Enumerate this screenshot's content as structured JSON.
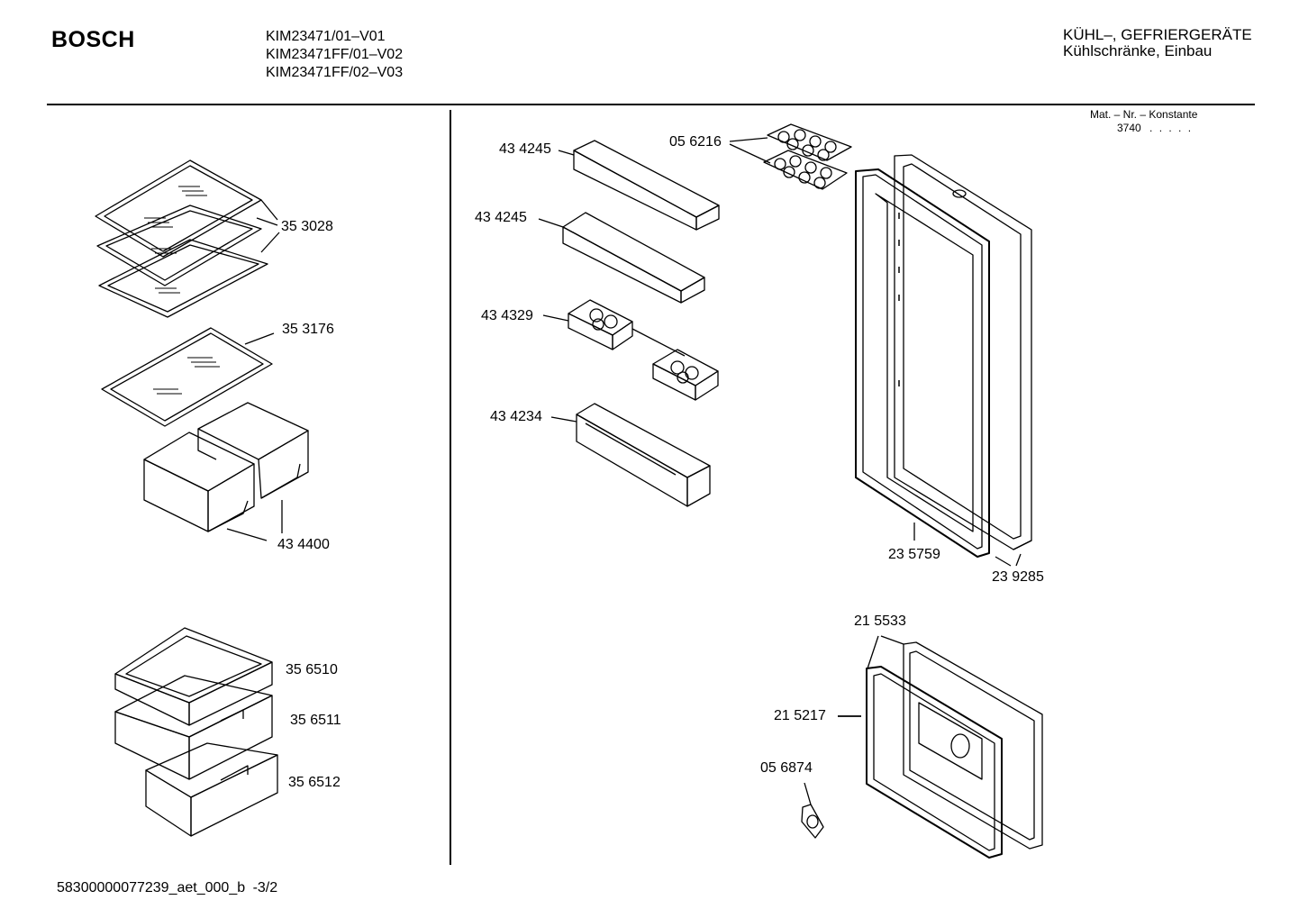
{
  "header": {
    "brand": "BOSCH",
    "models": [
      "KIM23471/01–V01",
      "KIM23471FF/01–V02",
      "KIM23471FF/02–V03"
    ],
    "category_line1": "KÜHL–, GEFRIERGERÄTE",
    "category_line2": "Kühlschränke, Einbau",
    "mat_label": "Mat. – Nr. – Konstante",
    "mat_value": "3740",
    "mat_dots": ". . . . ."
  },
  "parts": {
    "p353028": "35 3028",
    "p353176": "35 3176",
    "p434400": "43 4400",
    "p356510": "35 6510",
    "p356511": "35 6511",
    "p356512": "35 6512",
    "p434245a": "43 4245",
    "p434245b": "43 4245",
    "p434329": "43 4329",
    "p434234": "43 4234",
    "p056216": "05 6216",
    "p235759": "23 5759",
    "p239285": "23 9285",
    "p215533": "21 5533",
    "p215217": "21 5217",
    "p056874": "05 6874"
  },
  "footer": {
    "doc_id": "58300000077239_aet_000_b",
    "page": "-3/2"
  }
}
